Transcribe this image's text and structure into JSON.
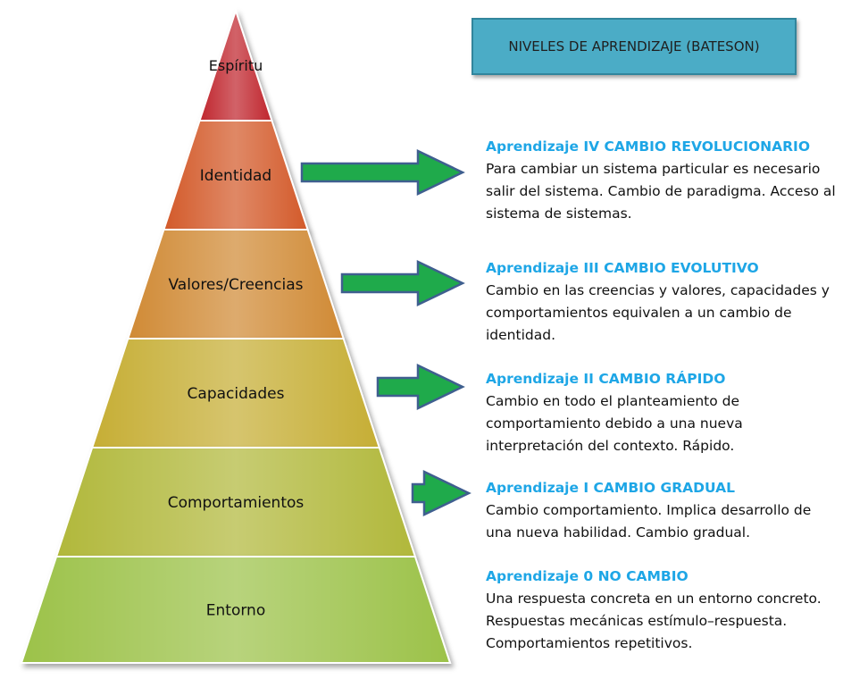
{
  "diagram": {
    "title": "NIVELES DE APRENDIZAJE (BATESON)",
    "tiers": [
      {
        "label": "Espíritu",
        "color": "#c0272d"
      },
      {
        "label": "Identidad",
        "color": "#d35a2b"
      },
      {
        "label": "Valores/Creencias",
        "color": "#d08a36"
      },
      {
        "label": "Capacidades",
        "color": "#c6ae35"
      },
      {
        "label": "Comportamientos",
        "color": "#b1b83b"
      },
      {
        "label": "Entorno",
        "color": "#9cc24a"
      }
    ],
    "levels": [
      {
        "title": "Aprendizaje IV CAMBIO REVOLUCIONARIO",
        "description": "Para cambiar un sistema particular es necesario\nsalir del sistema. Cambio de paradigma. Acceso al\nsistema de sistemas."
      },
      {
        "title": "Aprendizaje III CAMBIO  EVOLUTIVO",
        "description": "Cambio en las creencias y valores, capacidades y\ncomportamientos equivalen a un cambio de\nidentidad."
      },
      {
        "title": "Aprendizaje II CAMBIO RÁPIDO",
        "description": "Cambio en todo el planteamiento de\ncomportamiento debido a una nueva\ninterpretación del contexto. Rápido."
      },
      {
        "title": "Aprendizaje I CAMBIO  GRADUAL",
        "description": "Cambio comportamiento. Implica desarrollo de\nuna nueva habilidad. Cambio gradual."
      },
      {
        "title": "Aprendizaje 0 NO CAMBIO",
        "description": "Una respuesta concreta en un entorno concreto.\nRespuestas mecánicas estímulo–respuesta.\nComportamientos repetitivos."
      }
    ],
    "arrow_color": "#1faa4b",
    "arrow_outline": "#3f5f8f"
  }
}
